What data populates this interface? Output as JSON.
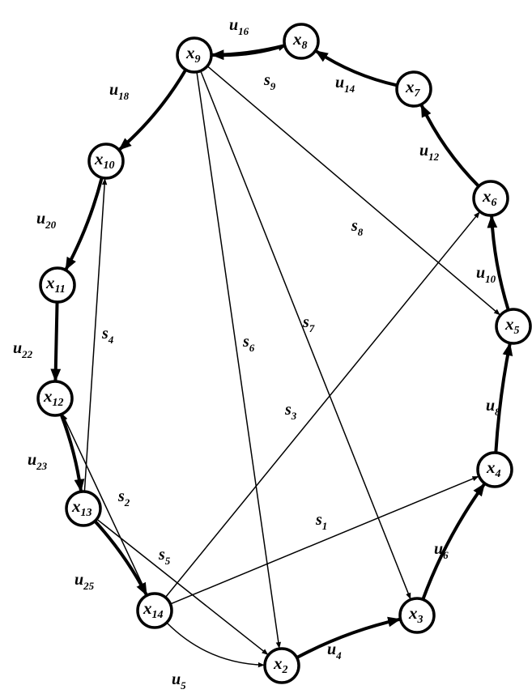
{
  "nodes": [
    {
      "id": "x9",
      "label": "x",
      "sub": "9"
    },
    {
      "id": "x8",
      "label": "x",
      "sub": "8"
    },
    {
      "id": "x7",
      "label": "x",
      "sub": "7"
    },
    {
      "id": "x6",
      "label": "x",
      "sub": "6"
    },
    {
      "id": "x5",
      "label": "x",
      "sub": "5"
    },
    {
      "id": "x4",
      "label": "x",
      "sub": "4"
    },
    {
      "id": "x3",
      "label": "x",
      "sub": "3"
    },
    {
      "id": "x2",
      "label": "x",
      "sub": "2"
    },
    {
      "id": "x14",
      "label": "x",
      "sub": "14"
    },
    {
      "id": "x13",
      "label": "x",
      "sub": "13"
    },
    {
      "id": "x12",
      "label": "x",
      "sub": "12"
    },
    {
      "id": "x11",
      "label": "x",
      "sub": "11"
    },
    {
      "id": "x10",
      "label": "x",
      "sub": "10"
    }
  ],
  "edges": [
    {
      "id": "u16",
      "from": "x8",
      "to": "x9",
      "label": "u",
      "sub": "16",
      "thick": true
    },
    {
      "id": "s9",
      "from": "x9",
      "to": "x8",
      "label": "s",
      "sub": "9",
      "thick": false
    },
    {
      "id": "u14",
      "from": "x7",
      "to": "x8",
      "label": "u",
      "sub": "14",
      "thick": true
    },
    {
      "id": "u12",
      "from": "x6",
      "to": "x7",
      "label": "u",
      "sub": "12",
      "thick": true
    },
    {
      "id": "u10",
      "from": "x5",
      "to": "x6",
      "label": "u",
      "sub": "10",
      "thick": true
    },
    {
      "id": "u8",
      "from": "x4",
      "to": "x5",
      "label": "u",
      "sub": "8",
      "thick": true
    },
    {
      "id": "u6",
      "from": "x3",
      "to": "x4",
      "label": "u",
      "sub": "6",
      "thick": true
    },
    {
      "id": "u4",
      "from": "x2",
      "to": "x3",
      "label": "u",
      "sub": "4",
      "thick": true
    },
    {
      "id": "u5",
      "from": "x14",
      "to": "x2",
      "label": "u",
      "sub": "5",
      "thick": false
    },
    {
      "id": "u25",
      "from": "x13",
      "to": "x14",
      "label": "u",
      "sub": "25",
      "thick": true
    },
    {
      "id": "u23",
      "from": "x12",
      "to": "x13",
      "label": "u",
      "sub": "23",
      "thick": true
    },
    {
      "id": "u22",
      "from": "x11",
      "to": "x12",
      "label": "u",
      "sub": "22",
      "thick": true
    },
    {
      "id": "u20",
      "from": "x10",
      "to": "x11",
      "label": "u",
      "sub": "20",
      "thick": true
    },
    {
      "id": "u18",
      "from": "x9",
      "to": "x10",
      "label": "u",
      "sub": "18",
      "thick": true
    },
    {
      "id": "s8",
      "from": "x9",
      "to": "x5",
      "label": "s",
      "sub": "8",
      "thick": false
    },
    {
      "id": "s7",
      "from": "x9",
      "to": "x3",
      "label": "s",
      "sub": "7",
      "thick": false
    },
    {
      "id": "s6",
      "from": "x9",
      "to": "x2",
      "label": "s",
      "sub": "6",
      "thick": false
    },
    {
      "id": "s4",
      "from": "x13",
      "to": "x10",
      "label": "s",
      "sub": "4",
      "thick": false
    },
    {
      "id": "s3",
      "from": "x14",
      "to": "x6",
      "label": "s",
      "sub": "3",
      "thick": false
    },
    {
      "id": "s2",
      "from": "x14",
      "to": "x12",
      "label": "s",
      "sub": "2",
      "thick": false
    },
    {
      "id": "s1",
      "from": "x14",
      "to": "x4",
      "label": "s",
      "sub": "1",
      "thick": false
    },
    {
      "id": "s5",
      "from": "x13",
      "to": "x2",
      "label": "s",
      "sub": "5",
      "thick": false
    }
  ]
}
